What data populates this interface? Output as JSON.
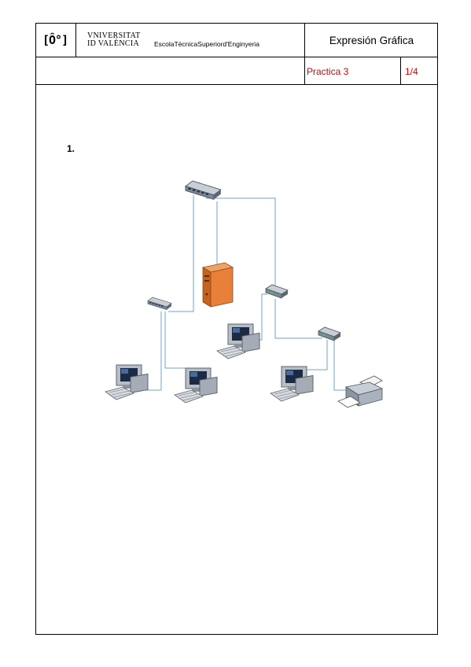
{
  "header": {
    "logo_text": "[Ô°]",
    "university_line1": "VNIVERSITAT",
    "university_line2": "ID VALÈNCIA",
    "school_name": "EscolaTècnicaSuperiord'Enginyeria",
    "subject": "Expresión Gráfica",
    "practice": "Practica 3",
    "page": "1/4"
  },
  "question": {
    "number": "1."
  },
  "colors": {
    "practice_text": "#e00000",
    "cable": "#6fa5cf",
    "server": "#e8803a"
  },
  "icons": [
    "network-hub-icon",
    "network-switch-icon",
    "server-tower-icon",
    "desktop-computer-icon",
    "printer-icon"
  ]
}
